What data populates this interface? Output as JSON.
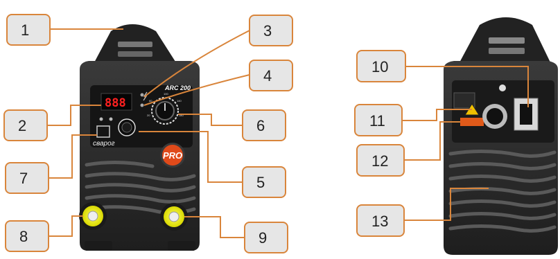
{
  "front_unit": {
    "display_digits": "888",
    "model_label": "ARC 200",
    "brand_label": "сварог",
    "pro_badge": "PRO",
    "scale_marks": [
      "20",
      "60",
      "100",
      "140",
      "180"
    ]
  },
  "callouts": [
    {
      "number": "1"
    },
    {
      "number": "2"
    },
    {
      "number": "3"
    },
    {
      "number": "4"
    },
    {
      "number": "5"
    },
    {
      "number": "6"
    },
    {
      "number": "7"
    },
    {
      "number": "8"
    },
    {
      "number": "9"
    },
    {
      "number": "10"
    },
    {
      "number": "11"
    },
    {
      "number": "12"
    },
    {
      "number": "13"
    }
  ],
  "colors": {
    "callout_border": "#d9853b",
    "callout_fill": "#e6e6e6",
    "leader_line": "#d9853b",
    "body": "#2b2b2b",
    "display_digits": "#ff2020",
    "terminal": "#e8e800",
    "pro_badge": "#e04a1a"
  },
  "icons": [
    "warning-icon",
    "power-switch-icon",
    "handle-icon",
    "vent-grille-icon"
  ]
}
